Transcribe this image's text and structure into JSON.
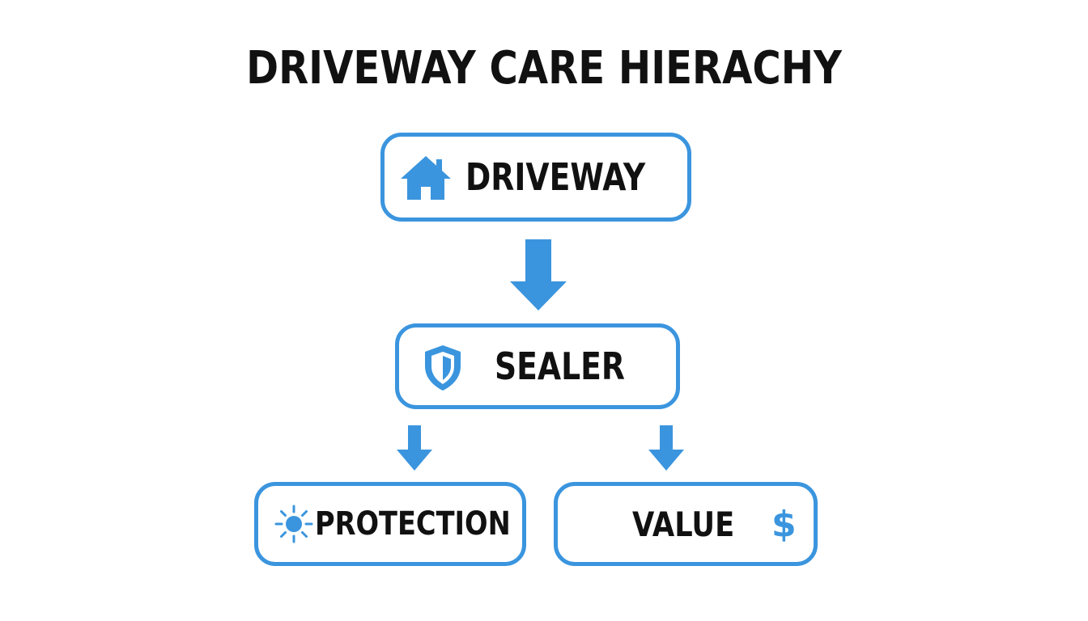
{
  "title": "DRIVEWAY CARE HIERACHY",
  "colors": {
    "accent": "#3b95de",
    "text": "#111111",
    "background": "#ffffff"
  },
  "nodes": {
    "driveway": {
      "label": "DRIVEWAY",
      "icon": "house-icon"
    },
    "sealer": {
      "label": "SEALER",
      "icon": "shield-icon"
    },
    "protection": {
      "label": "PROTECTION",
      "icon": "sun-icon"
    },
    "value": {
      "label": "VALUE",
      "icon": "dollar-icon",
      "symbol": "$"
    }
  }
}
